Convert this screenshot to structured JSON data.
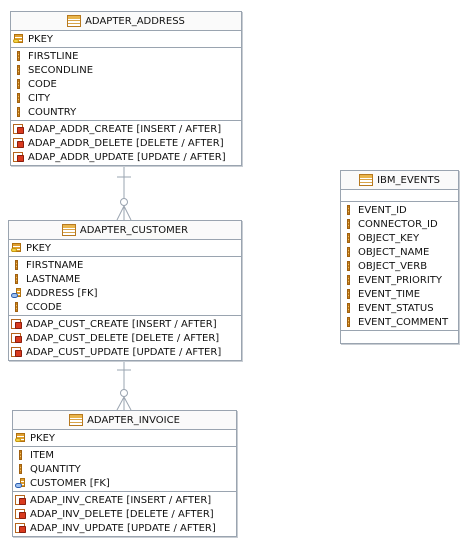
{
  "entities": {
    "adapter_address": {
      "title": "ADAPTER_ADDRESS",
      "keys": [
        {
          "icon": "primary-key-icon",
          "label": "PKEY"
        }
      ],
      "columns": [
        {
          "icon": "column-icon",
          "label": "FIRSTLINE"
        },
        {
          "icon": "column-icon",
          "label": "SECONDLINE"
        },
        {
          "icon": "column-icon",
          "label": "CODE"
        },
        {
          "icon": "column-icon",
          "label": "CITY"
        },
        {
          "icon": "column-icon",
          "label": "COUNTRY"
        }
      ],
      "triggers": [
        {
          "icon": "trigger-icon",
          "label": "ADAP_ADDR_CREATE [INSERT / AFTER]"
        },
        {
          "icon": "trigger-icon",
          "label": "ADAP_ADDR_DELETE [DELETE / AFTER]"
        },
        {
          "icon": "trigger-icon",
          "label": "ADAP_ADDR_UPDATE [UPDATE / AFTER]"
        }
      ]
    },
    "adapter_customer": {
      "title": "ADAPTER_CUSTOMER",
      "keys": [
        {
          "icon": "primary-key-icon",
          "label": "PKEY"
        }
      ],
      "columns": [
        {
          "icon": "column-icon",
          "label": "FIRSTNAME"
        },
        {
          "icon": "column-icon",
          "label": "LASTNAME"
        },
        {
          "icon": "foreign-key-icon",
          "label": "ADDRESS [FK]"
        },
        {
          "icon": "column-icon",
          "label": "CCODE"
        }
      ],
      "triggers": [
        {
          "icon": "trigger-icon",
          "label": "ADAP_CUST_CREATE [INSERT / AFTER]"
        },
        {
          "icon": "trigger-icon",
          "label": "ADAP_CUST_DELETE [DELETE / AFTER]"
        },
        {
          "icon": "trigger-icon",
          "label": "ADAP_CUST_UPDATE [UPDATE / AFTER]"
        }
      ]
    },
    "adapter_invoice": {
      "title": "ADAPTER_INVOICE",
      "keys": [
        {
          "icon": "primary-key-icon",
          "label": "PKEY"
        }
      ],
      "columns": [
        {
          "icon": "column-icon",
          "label": "ITEM"
        },
        {
          "icon": "column-icon",
          "label": "QUANTITY"
        },
        {
          "icon": "foreign-key-icon",
          "label": "CUSTOMER [FK]"
        }
      ],
      "triggers": [
        {
          "icon": "trigger-icon",
          "label": "ADAP_INV_CREATE [INSERT / AFTER]"
        },
        {
          "icon": "trigger-icon",
          "label": "ADAP_INV_DELETE [DELETE / AFTER]"
        },
        {
          "icon": "trigger-icon",
          "label": "ADAP_INV_UPDATE [UPDATE / AFTER]"
        }
      ]
    },
    "ibm_events": {
      "title": "IBM_EVENTS",
      "columns": [
        {
          "icon": "column-icon",
          "label": "EVENT_ID"
        },
        {
          "icon": "column-icon",
          "label": "CONNECTOR_ID"
        },
        {
          "icon": "column-icon",
          "label": "OBJECT_KEY"
        },
        {
          "icon": "column-icon",
          "label": "OBJECT_NAME"
        },
        {
          "icon": "column-icon",
          "label": "OBJECT_VERB"
        },
        {
          "icon": "column-icon",
          "label": "EVENT_PRIORITY"
        },
        {
          "icon": "column-icon",
          "label": "EVENT_TIME"
        },
        {
          "icon": "column-icon",
          "label": "EVENT_STATUS"
        },
        {
          "icon": "column-icon",
          "label": "EVENT_COMMENT"
        }
      ]
    }
  },
  "relationships": [
    {
      "from": "adapter_customer",
      "to": "adapter_address",
      "notation": "zero-or-many to one"
    },
    {
      "from": "adapter_invoice",
      "to": "adapter_customer",
      "notation": "zero-or-many to one"
    }
  ]
}
